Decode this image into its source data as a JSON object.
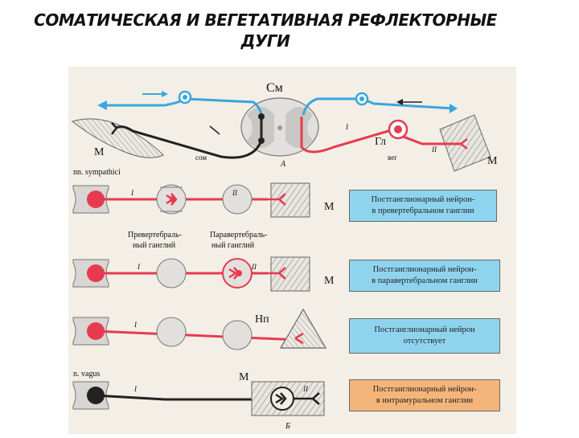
{
  "title": {
    "line1": "СОМАТИЧЕСКАЯ И ВЕГЕТАТИВНАЯ РЕФЛЕКТОРНЫЕ",
    "line2": "ДУГИ"
  },
  "panel_a": {
    "spinal_cord_label": "См",
    "muscle_left_label": "М",
    "muscle_right_label": "М",
    "somatic_label": "сом",
    "vegetative_label": "вег",
    "ganglion_label": "Гл",
    "neuron_one_label": "I",
    "neuron_two_label": "II",
    "panel_letter": "А"
  },
  "rows": [
    {
      "nerve_label": "nn. sympathici",
      "neuron_one_label": "I",
      "neuron_two_label": "II",
      "target_label": "М",
      "box": [
        "Постганглионарный нейрон-",
        "в превертебральном ганглии"
      ],
      "box_color": "#8fd4ef",
      "ganglion_captions": [
        [
          "Превертебраль-",
          "ный ганглий"
        ],
        [
          "Паравертебраль-",
          "ный ганглий"
        ]
      ]
    },
    {
      "neuron_one_label": "I",
      "neuron_two_label": "II",
      "target_label": "М",
      "box": [
        "Постганглионарный нейрон-",
        "в паравертебральном ганглии"
      ],
      "box_color": "#8fd4ef"
    },
    {
      "neuron_one_label": "I",
      "target_label": "Нп",
      "box": [
        "Постганглионарный нейрон",
        "отсутствует"
      ],
      "box_color": "#8fd4ef"
    },
    {
      "nerve_label": "n. vagus",
      "neuron_one_label": "I",
      "neuron_two_label": "II",
      "target_label": "М",
      "box": [
        "Постганглионарный нейрон-",
        "в интрамуральном ганглии"
      ],
      "box_color": "#f4b57a"
    }
  ],
  "panel_b_letter": "Б",
  "colors": {
    "afferent": "#3aa6dc",
    "somatic_efferent": "#222222",
    "vegetative": "#e63b4f",
    "vagal": "#222222",
    "background": "#f3efe6",
    "cord_gray": "#d8d6d2"
  }
}
